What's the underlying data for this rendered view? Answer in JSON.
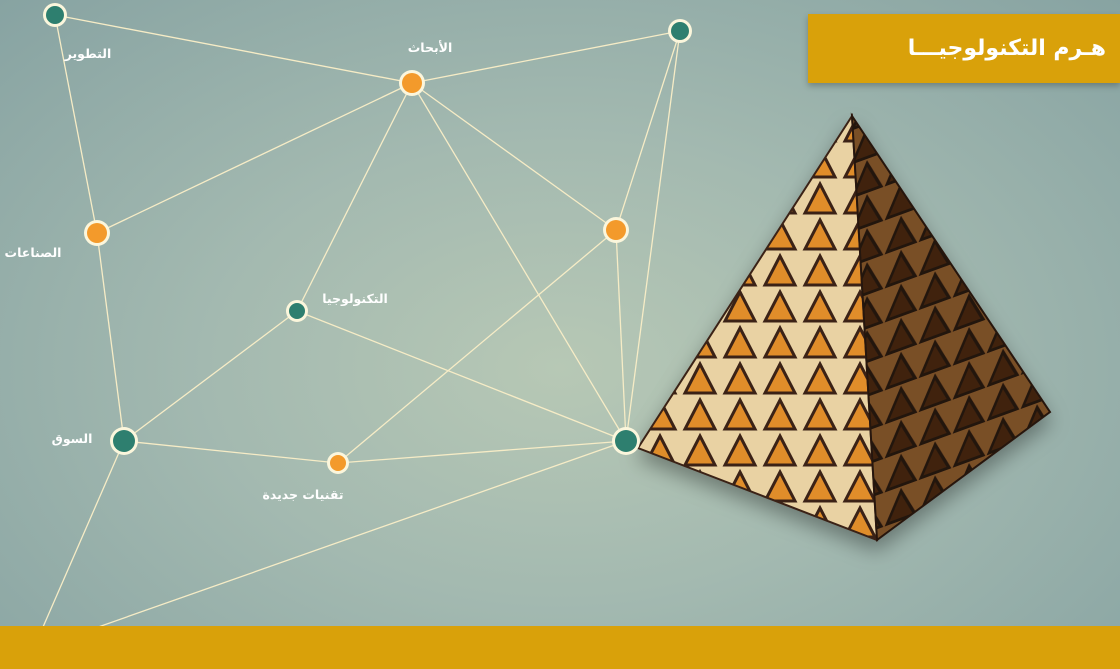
{
  "title": "هـرم التكنولوجيـــا",
  "colors": {
    "orange_node": "#f39a2b",
    "teal_node": "#2e7f6f",
    "node_ring": "#fbf6dc",
    "edge": "#f6ecc6",
    "banner": "#d9a10a"
  },
  "nodes": [
    {
      "id": "n1",
      "type": "teal",
      "label": ""
    },
    {
      "id": "n2",
      "type": "teal",
      "label": ""
    },
    {
      "id": "n3",
      "type": "orange",
      "label": "التطوير"
    },
    {
      "id": "n4",
      "type": "orange",
      "label": "الأبحاث"
    },
    {
      "id": "n5",
      "type": "orange",
      "label": "الصناعات"
    },
    {
      "id": "n6",
      "type": "orange",
      "label": ""
    },
    {
      "id": "n7",
      "type": "teal",
      "label": "التكنولوجيا"
    },
    {
      "id": "n8",
      "type": "teal",
      "label": "السوق"
    },
    {
      "id": "n9",
      "type": "orange",
      "label": "تقنيات جديدة"
    },
    {
      "id": "n10",
      "type": "teal",
      "label": ""
    },
    {
      "id": "n11",
      "type": "teal",
      "label": ""
    }
  ],
  "edges": [
    [
      "n1",
      "n4"
    ],
    [
      "n1",
      "n5"
    ],
    [
      "n2",
      "n4"
    ],
    [
      "n2",
      "n6"
    ],
    [
      "n2",
      "n10"
    ],
    [
      "n4",
      "n5"
    ],
    [
      "n4",
      "n7"
    ],
    [
      "n4",
      "n6"
    ],
    [
      "n4",
      "n10"
    ],
    [
      "n5",
      "n8"
    ],
    [
      "n6",
      "n9"
    ],
    [
      "n6",
      "n10"
    ],
    [
      "n7",
      "n8"
    ],
    [
      "n7",
      "n10"
    ],
    [
      "n8",
      "n9"
    ],
    [
      "n8",
      "n11"
    ],
    [
      "n9",
      "n10"
    ],
    [
      "n10",
      "n11"
    ]
  ]
}
